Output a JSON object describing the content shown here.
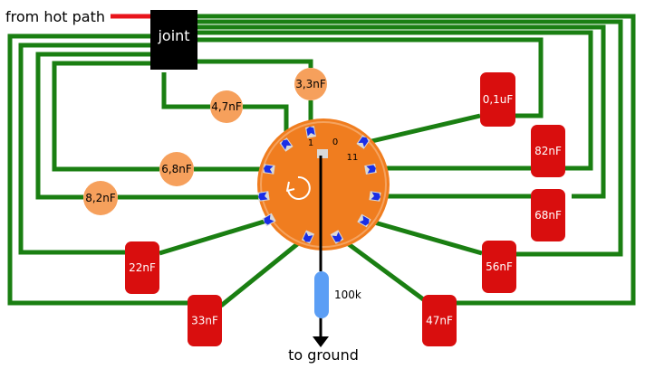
{
  "labels": {
    "source": "from hot path",
    "joint": "joint",
    "resistor": "100k",
    "ground": "to ground",
    "pos_1": "1",
    "pos_0": "0",
    "pos_11": "11"
  },
  "capacitors": [
    {
      "id": "c-3n3",
      "value": "3,3nF",
      "kind": "ceramic"
    },
    {
      "id": "c-4n7",
      "value": "4,7nF",
      "kind": "ceramic"
    },
    {
      "id": "c-6n8",
      "value": "6,8nF",
      "kind": "ceramic"
    },
    {
      "id": "c-8n2",
      "value": "8,2nF",
      "kind": "ceramic"
    },
    {
      "id": "c-22n",
      "value": "22nF",
      "kind": "film"
    },
    {
      "id": "c-33n",
      "value": "33nF",
      "kind": "film"
    },
    {
      "id": "c-47n",
      "value": "47nF",
      "kind": "film"
    },
    {
      "id": "c-56n",
      "value": "56nF",
      "kind": "film"
    },
    {
      "id": "c-68n",
      "value": "68nF",
      "kind": "film"
    },
    {
      "id": "c-82n",
      "value": "82nF",
      "kind": "film"
    },
    {
      "id": "c-100n",
      "value": "0,1uF",
      "kind": "film"
    }
  ],
  "colors": {
    "wire": "#1a7f12",
    "hot_wire": "#e8141c",
    "switch_body": "#f07d1f",
    "switch_ring": "#f5a35f",
    "lug": "#d9d9d9",
    "lug_contact": "#1a2ee6",
    "ceramic_cap": "#f6a05c",
    "film_cap": "#d90e0e",
    "resistor": "#5b9ef5",
    "joint": "#000000",
    "rotor": "#000000"
  },
  "icons": {
    "rotation": "clockwise-rotation-icon",
    "ground_arrow": "arrow-down-icon"
  }
}
